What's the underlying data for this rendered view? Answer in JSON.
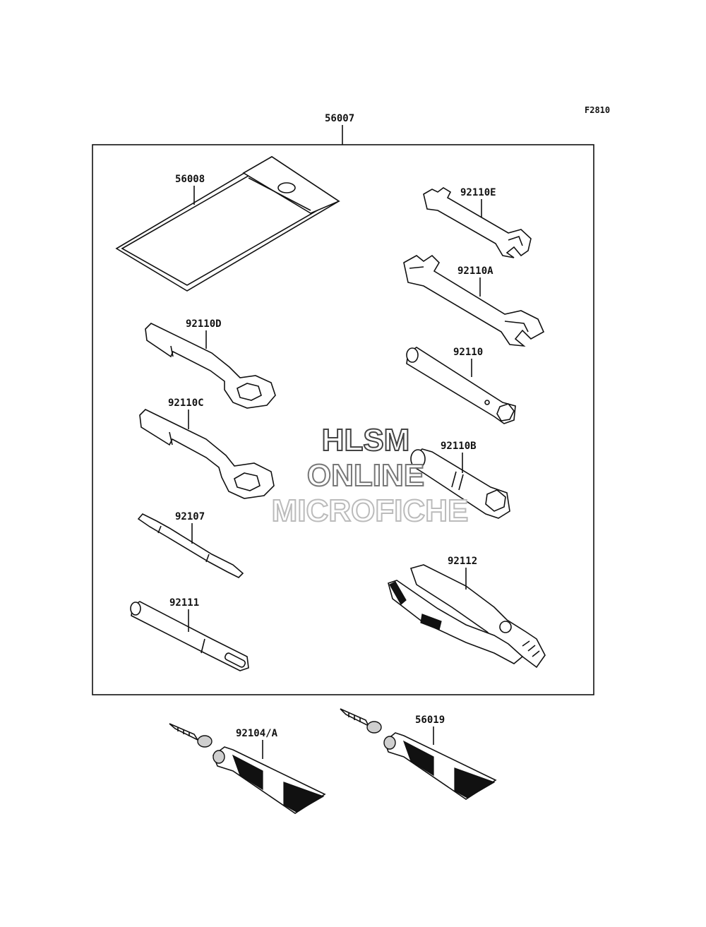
{
  "figure_code": "F2810",
  "assembly_label": "56007",
  "watermark": {
    "line1": "HLSM",
    "line2": "ONLINE",
    "line3": "MICROFICHE"
  },
  "parts": {
    "bag": "56008",
    "wrench_e": "92110E",
    "wrench_a": "92110A",
    "ring_d": "92110D",
    "box_plain": "92110",
    "ring_c": "92110C",
    "box_b": "92110B",
    "driver": "92107",
    "pliers": "92112",
    "handle": "92111",
    "grease_1": "92104/A",
    "grease_2": "56019"
  },
  "colors": {
    "line": "#111111",
    "watermark_dark": "#444444",
    "watermark_light": "#bbbbbb"
  }
}
